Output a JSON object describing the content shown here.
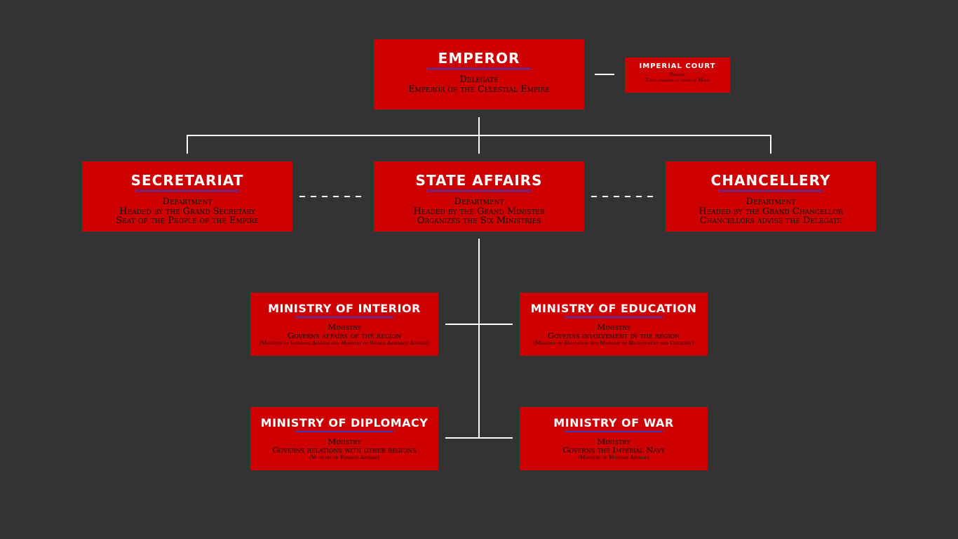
{
  "colors": {
    "background": "#333333",
    "box_fill": "#cc0000",
    "title_text": "#ffffff",
    "body_text": "#111111",
    "title_underline": "#3a3ab8",
    "connector": "#ffffff"
  },
  "emperor": {
    "title": "Emperor",
    "line1": "Delegate",
    "line2": "Emperor of the Celestial Empire"
  },
  "imperial_court": {
    "title": "Imperial Court",
    "line1": "Peerage",
    "line2": "Titles awarded to those of Merit"
  },
  "secretariat": {
    "title": "Secretariat",
    "line1": "Department",
    "line2": "Headed by the Grand Secretary",
    "line3": "Seat of the People of the Empire"
  },
  "state_affairs": {
    "title": "State Affairs",
    "line1": "Department",
    "line2": "Headed by the Grand Minister",
    "line3": "Organizes the Six Ministries"
  },
  "chancellery": {
    "title": "Chancellery",
    "line1": "Department",
    "line2": "Headed by the Grand Chancellor",
    "line3": "Chancellors advise the Delegate"
  },
  "ministry_interior": {
    "title": "Ministry of Interior",
    "line1": "Ministry",
    "line2": "Governs affairs of the region",
    "line3": "(Ministry of Internal Affairs and Ministry of World Assembly Affairs)"
  },
  "ministry_education": {
    "title": "Ministry of Education",
    "line1": "Ministry",
    "line2": "Governs involvement in the region",
    "line3": "(Ministry of Education and Ministry of Recruitment and Citizenry)"
  },
  "ministry_diplomacy": {
    "title": "Ministry of Diplomacy",
    "line1": "Ministry",
    "line2": "Governs relations with other regions",
    "line3": "(Ministry of Foreign Affairs)"
  },
  "ministry_war": {
    "title": "Ministry of War",
    "line1": "Ministry",
    "line2": "Governs the Imperial Navy",
    "line3": "(Ministry of Military Affairs)"
  }
}
